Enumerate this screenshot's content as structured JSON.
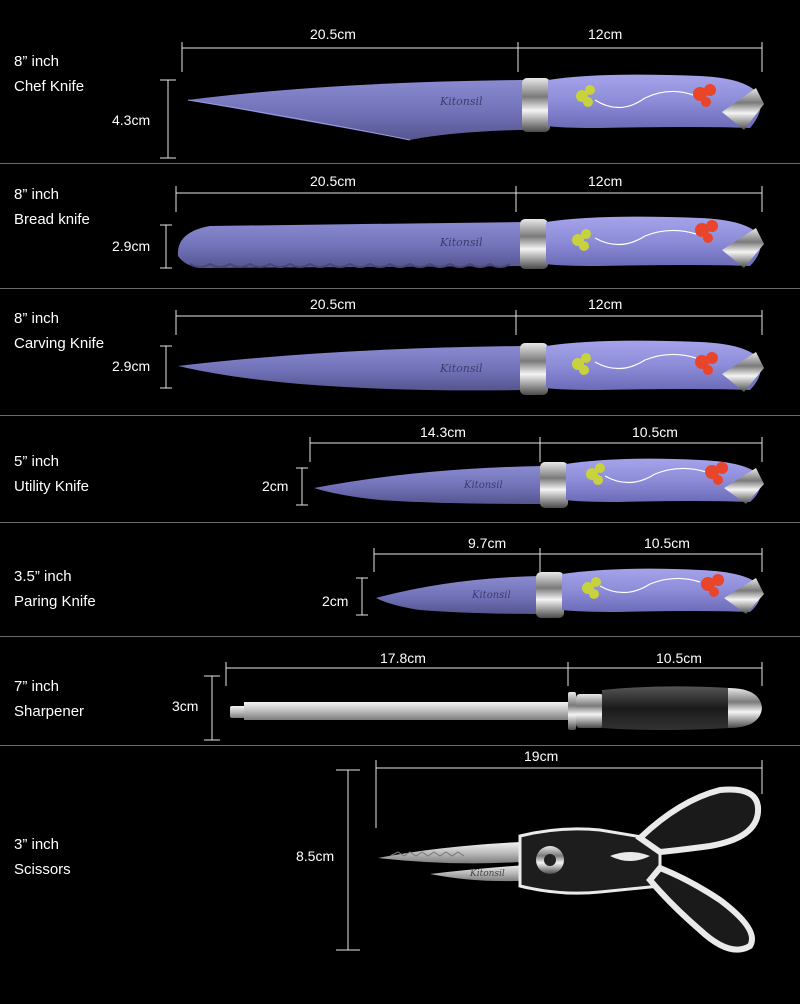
{
  "items": [
    {
      "size": "8” inch",
      "name": "Chef Knife",
      "blade_length": "20.5cm",
      "handle_length": "12cm",
      "height": "4.3cm"
    },
    {
      "size": "8” inch",
      "name": "Bread knife",
      "blade_length": "20.5cm",
      "handle_length": "12cm",
      "height": "2.9cm"
    },
    {
      "size": "8” inch",
      "name": "Carving Knife",
      "blade_length": "20.5cm",
      "handle_length": "12cm",
      "height": "2.9cm"
    },
    {
      "size": "5” inch",
      "name": "Utility Knife",
      "blade_length": "14.3cm",
      "handle_length": "10.5cm",
      "height": "2cm"
    },
    {
      "size": "3.5” inch",
      "name": "Paring Knife",
      "blade_length": "9.7cm",
      "handle_length": "10.5cm",
      "height": "2cm"
    },
    {
      "size": "7” inch",
      "name": "Sharpener",
      "blade_length": "17.8cm",
      "handle_length": "10.5cm",
      "height": "3cm"
    },
    {
      "size": "3” inch",
      "name": "Scissors",
      "length": "19cm",
      "height": "8.5cm"
    }
  ],
  "brand_logo": "Kitonsil",
  "colors": {
    "background": "#000000",
    "handle": "#8d8cd8",
    "blade": "#6f6fb4",
    "separator": "#6a6a6a",
    "leaf": "#c8d23c",
    "flower": "#e8452b"
  }
}
